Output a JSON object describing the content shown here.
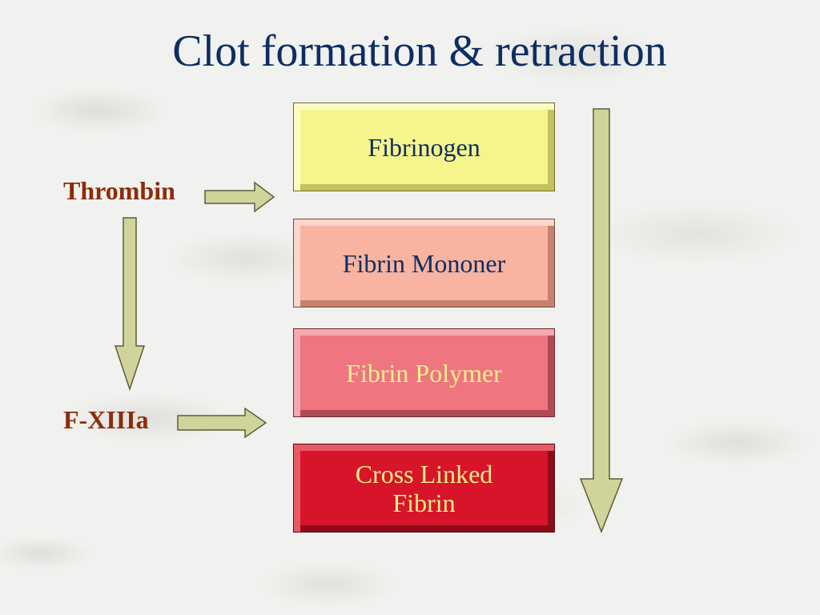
{
  "slide": {
    "title": "Clot formation & retraction"
  },
  "enzymes": {
    "thrombin": "Thrombin",
    "f13a": "F-XIIIa"
  },
  "stages": [
    {
      "label": "Fibrinogen"
    },
    {
      "label": "Fibrin Mononer"
    },
    {
      "label": "Fibrin Polymer"
    },
    {
      "label": "Cross Linked\nFibrin"
    }
  ],
  "colors": {
    "title": "#0d2e63",
    "enzyme_label": "#8a2d0a",
    "arrow_fill": "#d1d49a",
    "arrow_stroke": "#5c5c3a",
    "stage_fills": [
      "#f5f58c",
      "#f8b3a1",
      "#ef7581",
      "#d8142a"
    ]
  }
}
